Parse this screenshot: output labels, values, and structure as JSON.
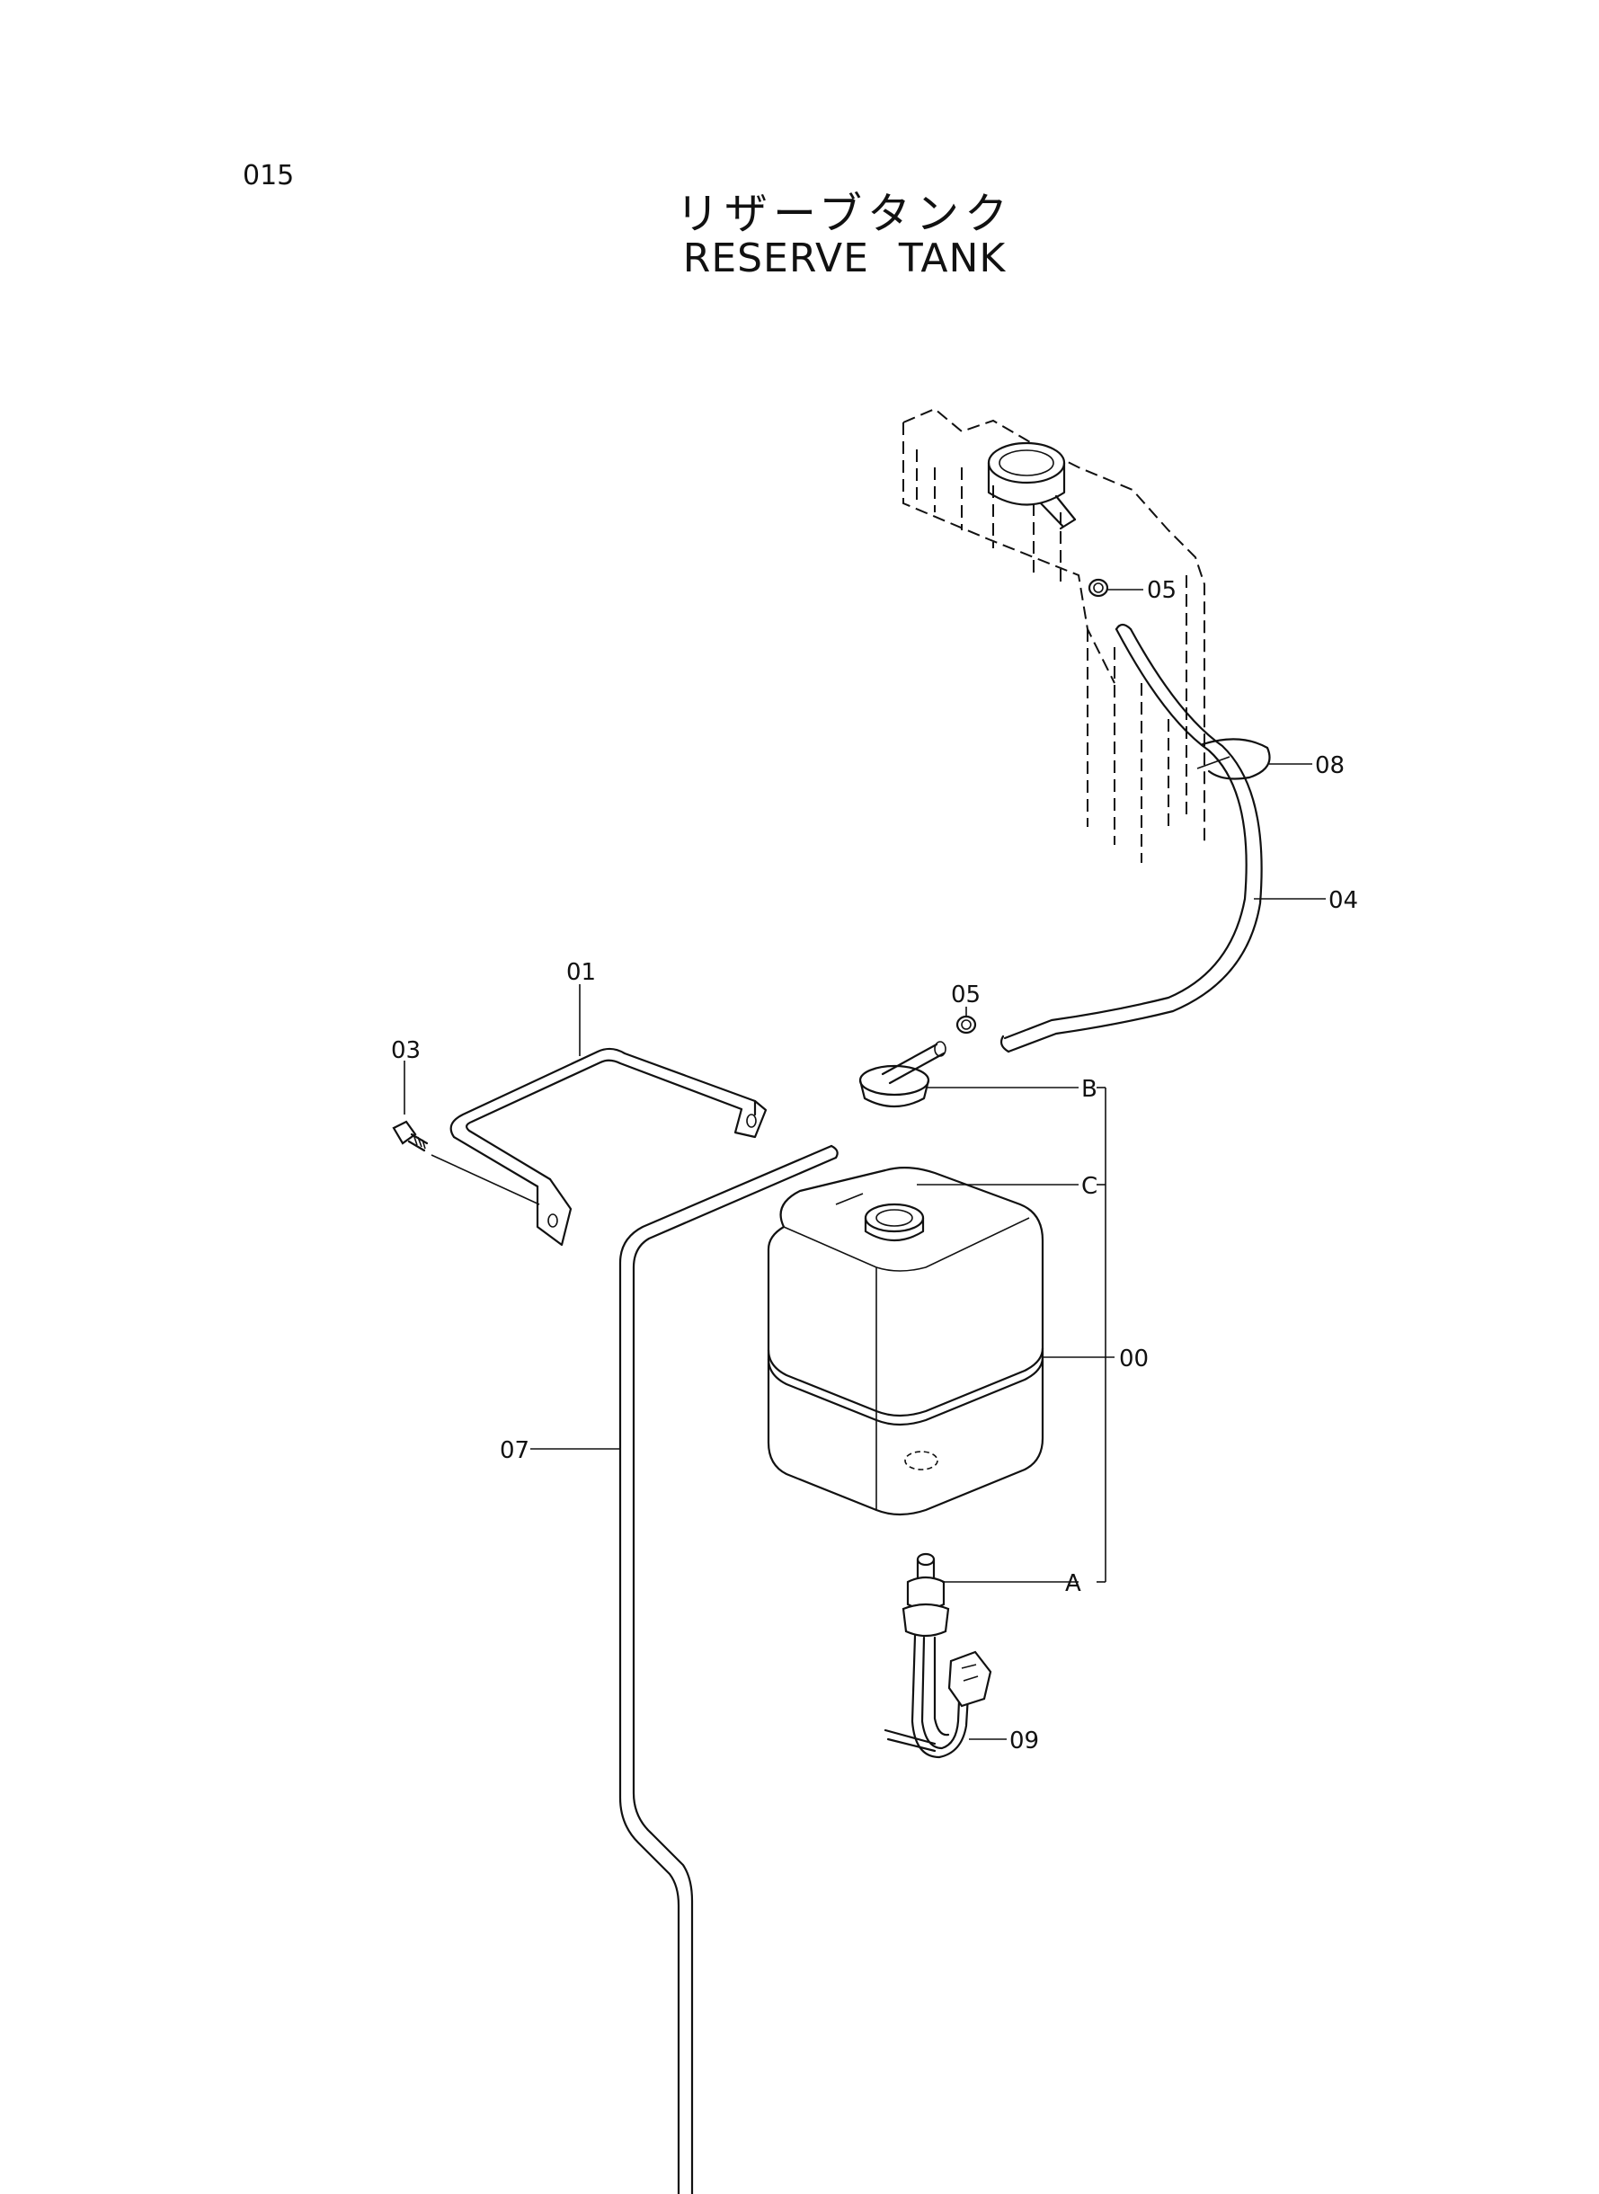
{
  "page": {
    "number": "015"
  },
  "title": {
    "japanese": "リザーブタンク",
    "english": "RESERVE  TANK"
  },
  "callouts": {
    "c05_top": "05",
    "c08": "08",
    "c04": "04",
    "c01": "01",
    "c05_mid": "05",
    "c03": "03",
    "cB": "B",
    "cC": "C",
    "c00": "00",
    "c07": "07",
    "cA": "A",
    "c09": "09"
  },
  "parts": [
    {
      "ref": "00",
      "name": "reserve-tank-assembly"
    },
    {
      "ref": "01",
      "name": "tank-bracket"
    },
    {
      "ref": "03",
      "name": "bolt"
    },
    {
      "ref": "04",
      "name": "overflow-hose"
    },
    {
      "ref": "05",
      "name": "hose-clamp"
    },
    {
      "ref": "07",
      "name": "vent-pipe"
    },
    {
      "ref": "08",
      "name": "hose-clip"
    },
    {
      "ref": "09",
      "name": "level-sensor"
    },
    {
      "ref": "A",
      "name": "sensor-subpart"
    },
    {
      "ref": "B",
      "name": "cap-subpart"
    },
    {
      "ref": "C",
      "name": "tank-body-subpart"
    }
  ]
}
